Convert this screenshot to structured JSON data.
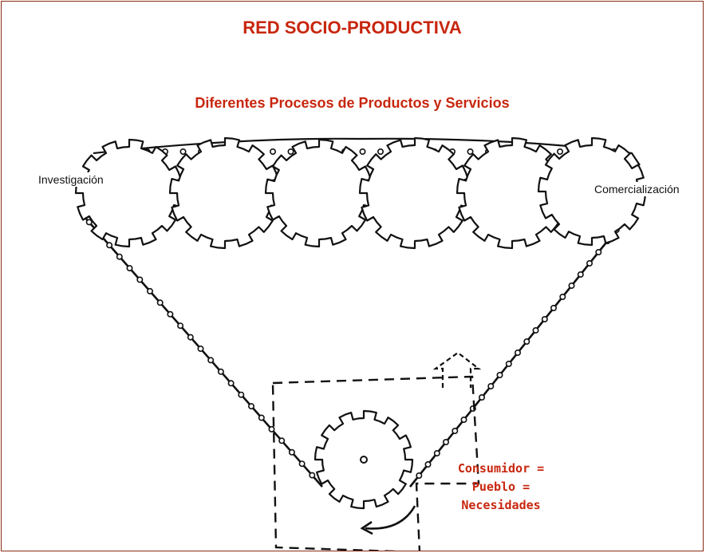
{
  "title": "RED SOCIO-PRODUCTIVA",
  "subtitle": "Diferentes Procesos de Productos y Servicios",
  "gear_labels": {
    "left": "Investigación",
    "right": "Comercialización"
  },
  "consumer_box": {
    "line1": "Consumidor =",
    "line2": "Pueblo =",
    "line3": "Necesidades"
  },
  "colors": {
    "accent": "#c8260e",
    "border": "#8a2b14",
    "ink": "#111111"
  }
}
